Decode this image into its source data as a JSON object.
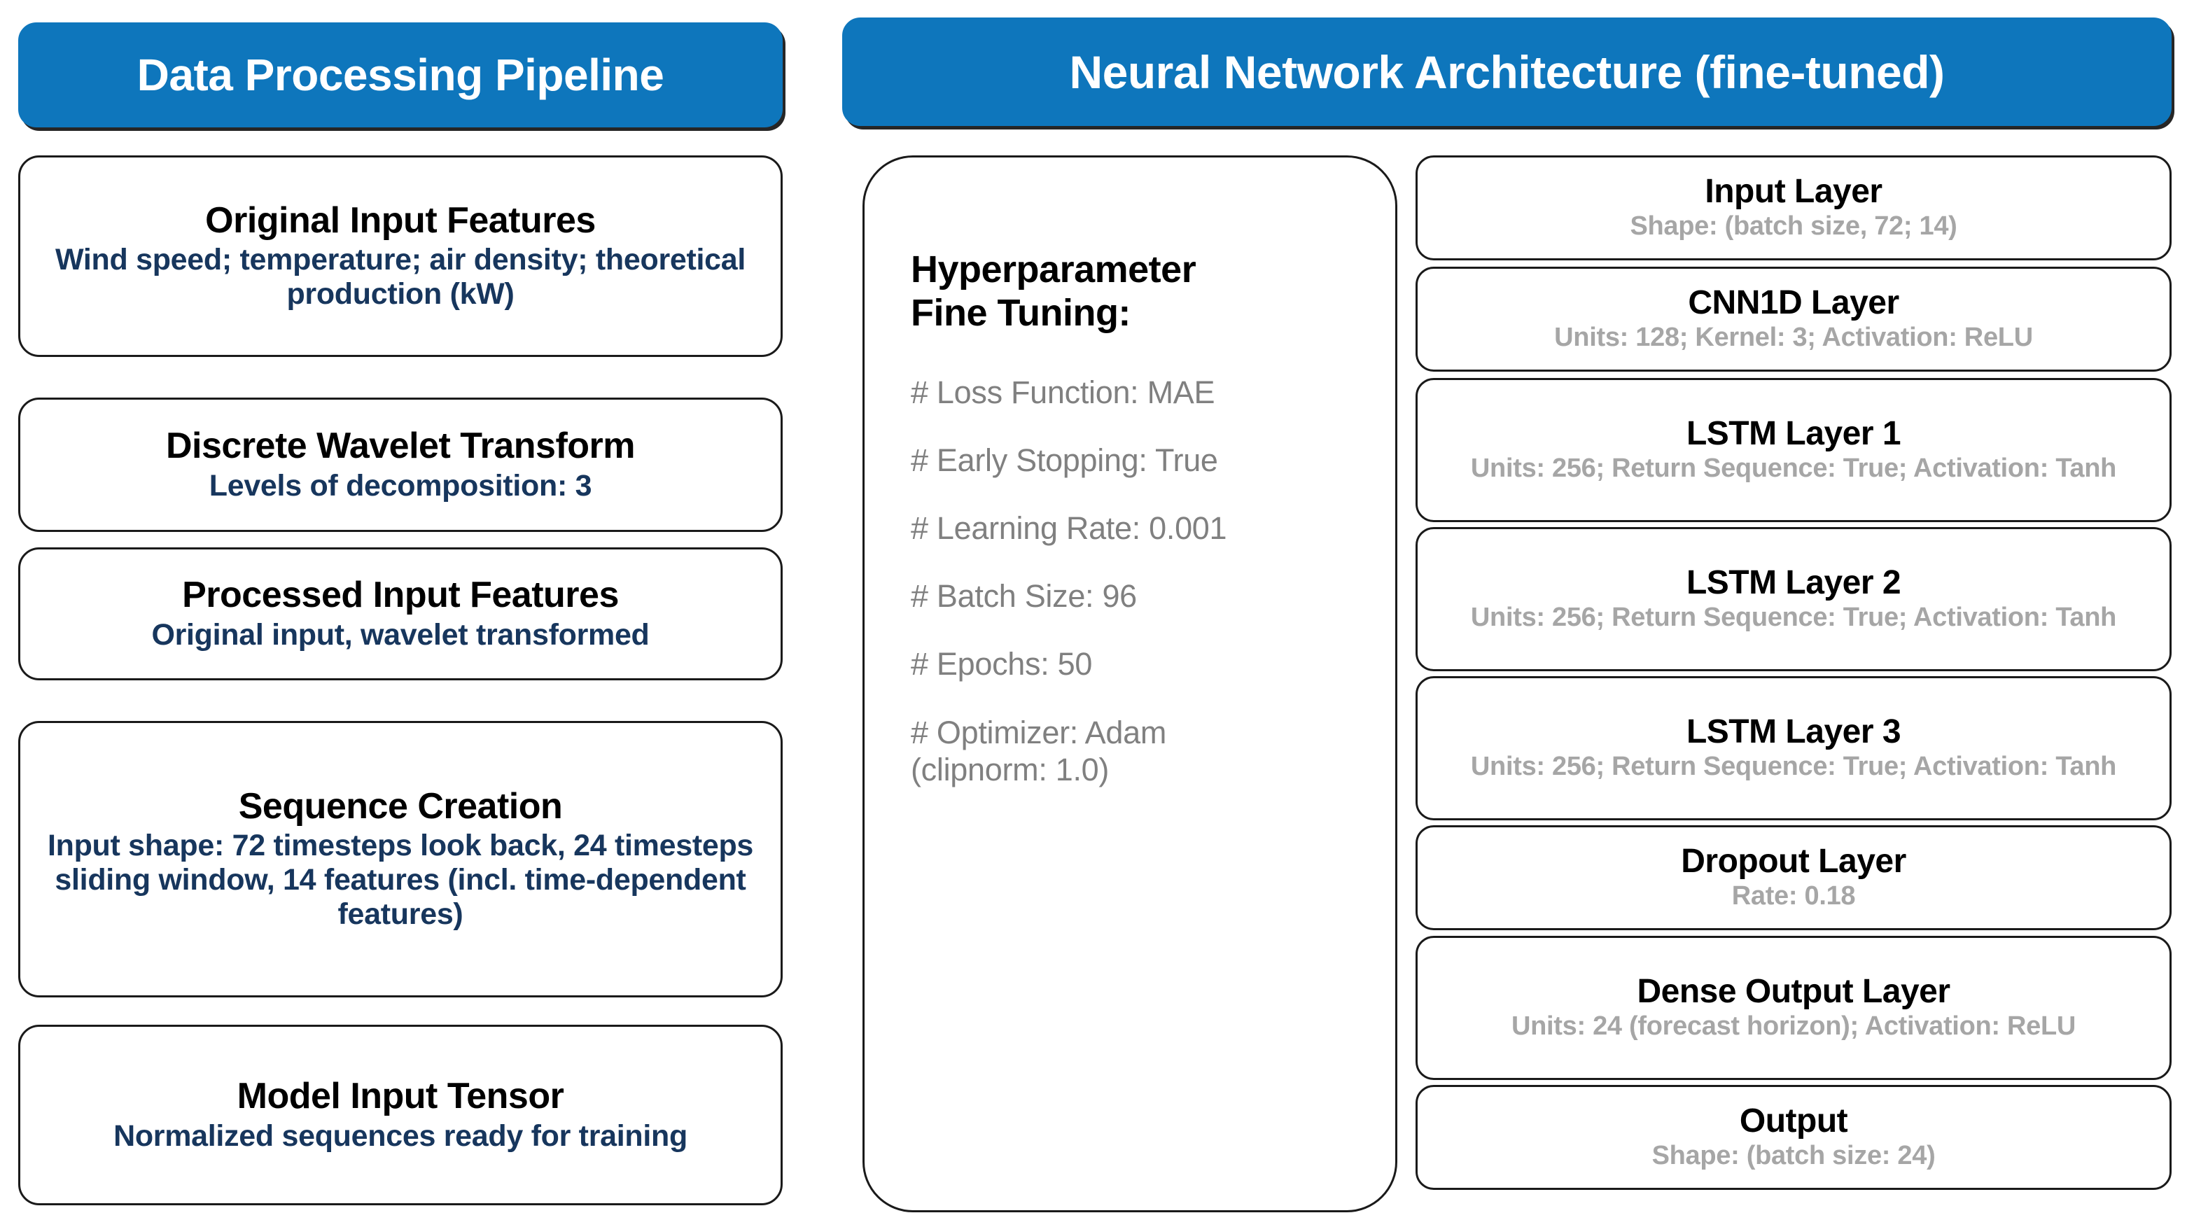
{
  "accent_colors": {
    "banner_blue": "#0E76BC",
    "pipeline_subtext_navy": "#17365D",
    "layer_subtext_gray": "#A6A6A6",
    "hyperparam_gray": "#808080",
    "outline_black": "#1A1A1A",
    "card_background": "#FFFFFF"
  },
  "left_panel": {
    "header": "Data Processing Pipeline",
    "steps": [
      {
        "title": "Original Input Features",
        "detail": "Wind speed; temperature; air density;\ntheoretical production (kW)"
      },
      {
        "title": "Discrete Wavelet Transform",
        "detail": "Levels of decomposition: 3"
      },
      {
        "title": "Processed Input Features",
        "detail": "Original input, wavelet transformed"
      },
      {
        "title": "Sequence Creation",
        "detail": "Input shape: 72 timesteps look back, 24\ntimesteps sliding window, 14 features\n(incl. time-dependent features)"
      },
      {
        "title": "Model Input Tensor",
        "detail": "Normalized sequences\nready for training"
      }
    ]
  },
  "right_panel": {
    "header": "Neural Network Architecture (fine-tuned)",
    "hyperparameters": {
      "title": "Hyperparameter\nFine Tuning:",
      "items": [
        "# Loss Function: MAE",
        "# Early Stopping: True",
        "# Learning Rate: 0.001",
        "# Batch Size: 96",
        "# Epochs: 50",
        "# Optimizer: Adam\n   (clipnorm: 1.0)"
      ]
    },
    "layers": [
      {
        "title": "Input Layer",
        "detail": "Shape: (batch size, 72; 14)"
      },
      {
        "title": "CNN1D Layer",
        "detail": "Units: 128; Kernel: 3; Activation: ReLU"
      },
      {
        "title": "LSTM Layer 1",
        "detail": "Units: 256; Return Sequence: True;\nActivation: Tanh"
      },
      {
        "title": "LSTM Layer 2",
        "detail": "Units: 256; Return Sequence: True;\nActivation: Tanh"
      },
      {
        "title": "LSTM Layer 3",
        "detail": "Units: 256; Return Sequence: True;\nActivation: Tanh"
      },
      {
        "title": "Dropout Layer",
        "detail": "Rate: 0.18"
      },
      {
        "title": "Dense Output Layer",
        "detail": "Units: 24 (forecast horizon);\nActivation: ReLU"
      },
      {
        "title": "Output",
        "detail": "Shape: (batch size: 24)"
      }
    ]
  }
}
